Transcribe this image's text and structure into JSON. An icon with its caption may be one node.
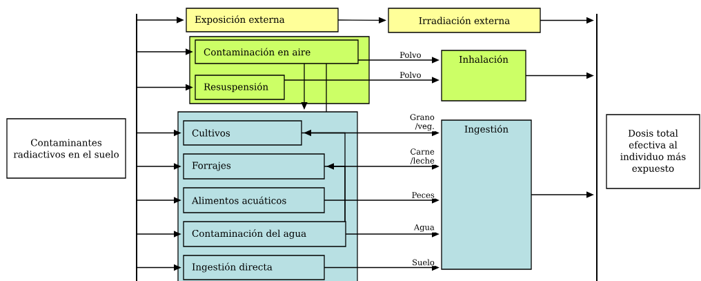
{
  "diagram": {
    "nodes": [
      {
        "text": [
          "Contaminantes radiactivos en el suelo"
        ]
      },
      {
        "text": [],
        "shape": "bar"
      },
      {
        "text": [
          "Exposición externa"
        ]
      },
      {
        "text": [
          "Irradiación externa"
        ]
      },
      {
        "text": [],
        "shape": "box"
      },
      {
        "text": [
          "Contaminación  en aire"
        ],
        "in": 4
      },
      {
        "text": [
          "Resuspensión"
        ],
        "in": 4
      },
      {
        "text": [
          "Inhalación"
        ]
      },
      {
        "text": [],
        "shape": "box"
      },
      {
        "text": [
          "Cultivos"
        ],
        "in": 8
      },
      {
        "text": [
          "Forrajes"
        ],
        "in": 8
      },
      {
        "text": [
          "Alimentos acuáticos"
        ],
        "in": 8
      },
      {
        "text": [
          "Contaminación del agua"
        ],
        "in": 8
      },
      {
        "text": [
          "Ingestión directa"
        ],
        "in": 8
      },
      {
        "text": [
          "Ingestión"
        ]
      },
      {
        "text": [],
        "shape": "bar"
      },
      {
        "text": [
          "Dosis total efectiva al individuo más expuesto"
        ]
      }
    ],
    "edges": [
      {
        "from": 1,
        "to": 2,
        "arrow": "to"
      },
      {
        "from": 1,
        "to": 5,
        "arrow": "to"
      },
      {
        "from": 1,
        "to": 6,
        "arrow": "to"
      },
      {
        "from": 1,
        "to": 9,
        "arrow": "to"
      },
      {
        "from": 1,
        "to": 10,
        "arrow": "to"
      },
      {
        "from": 1,
        "to": 11,
        "arrow": "to"
      },
      {
        "from": 1,
        "to": 12,
        "arrow": "to"
      },
      {
        "from": 1,
        "to": 13,
        "arrow": "to"
      },
      {
        "from": 2,
        "to": 3,
        "arrow": "to"
      },
      {
        "from": 3,
        "to": 15,
        "arrow": "to"
      },
      {
        "from": 7,
        "to": 15,
        "arrow": "to"
      },
      {
        "from": 14,
        "to": 15,
        "arrow": "to"
      },
      {
        "from": 5,
        "to": 7,
        "arrow": "to",
        "label": "Polvo"
      },
      {
        "from": 6,
        "to": 7,
        "arrow": "to",
        "label": "Polvo"
      },
      {
        "from": 5,
        "to": 8,
        "arrow": "to"
      },
      {
        "from": 5,
        "to": 8,
        "arrow": "none"
      },
      {
        "from": 12,
        "to": 9,
        "arrow": "to"
      },
      {
        "from": 12,
        "to": 10,
        "arrow": "to"
      },
      {
        "from": 9,
        "to": 14,
        "arrow": "to",
        "label": "Grano /veg."
      },
      {
        "from": 10,
        "to": 14,
        "arrow": "to",
        "label": "Carne /leche"
      },
      {
        "from": 11,
        "to": 14,
        "arrow": "to",
        "label": "Peces"
      },
      {
        "from": 12,
        "to": 14,
        "arrow": "to",
        "label": "Agua"
      },
      {
        "from": 13,
        "to": 14,
        "arrow": "to",
        "label": "Suelo"
      }
    ]
  }
}
